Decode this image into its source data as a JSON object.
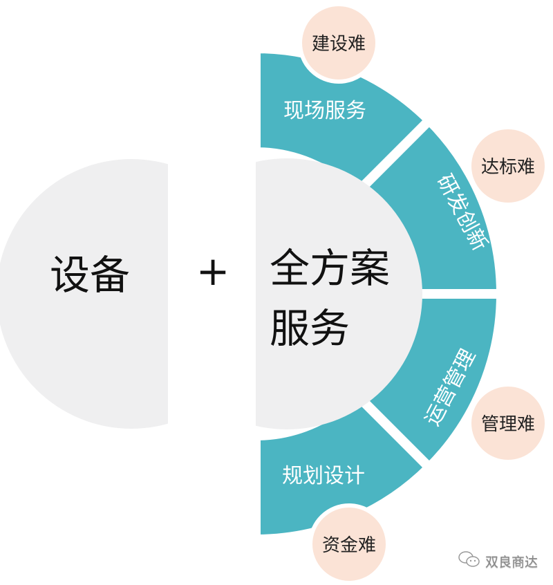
{
  "colors": {
    "teal": "#4bb5c2",
    "grey": "#efeff0",
    "peach": "#fbe3d6",
    "text": "#111111"
  },
  "left_circle": {
    "label": "设备"
  },
  "plus": "+",
  "center_circle": {
    "line1": "全方案",
    "line2": "服务"
  },
  "segments": [
    {
      "label": "现场服务",
      "difficulty": "建设难"
    },
    {
      "label": "研发创新",
      "difficulty": "达标难"
    },
    {
      "label": "运营管理",
      "difficulty": "管理难"
    },
    {
      "label": "规划设计",
      "difficulty": "资金难"
    }
  ],
  "watermark": {
    "icon": "wechat-icon",
    "text": "双良商达"
  }
}
